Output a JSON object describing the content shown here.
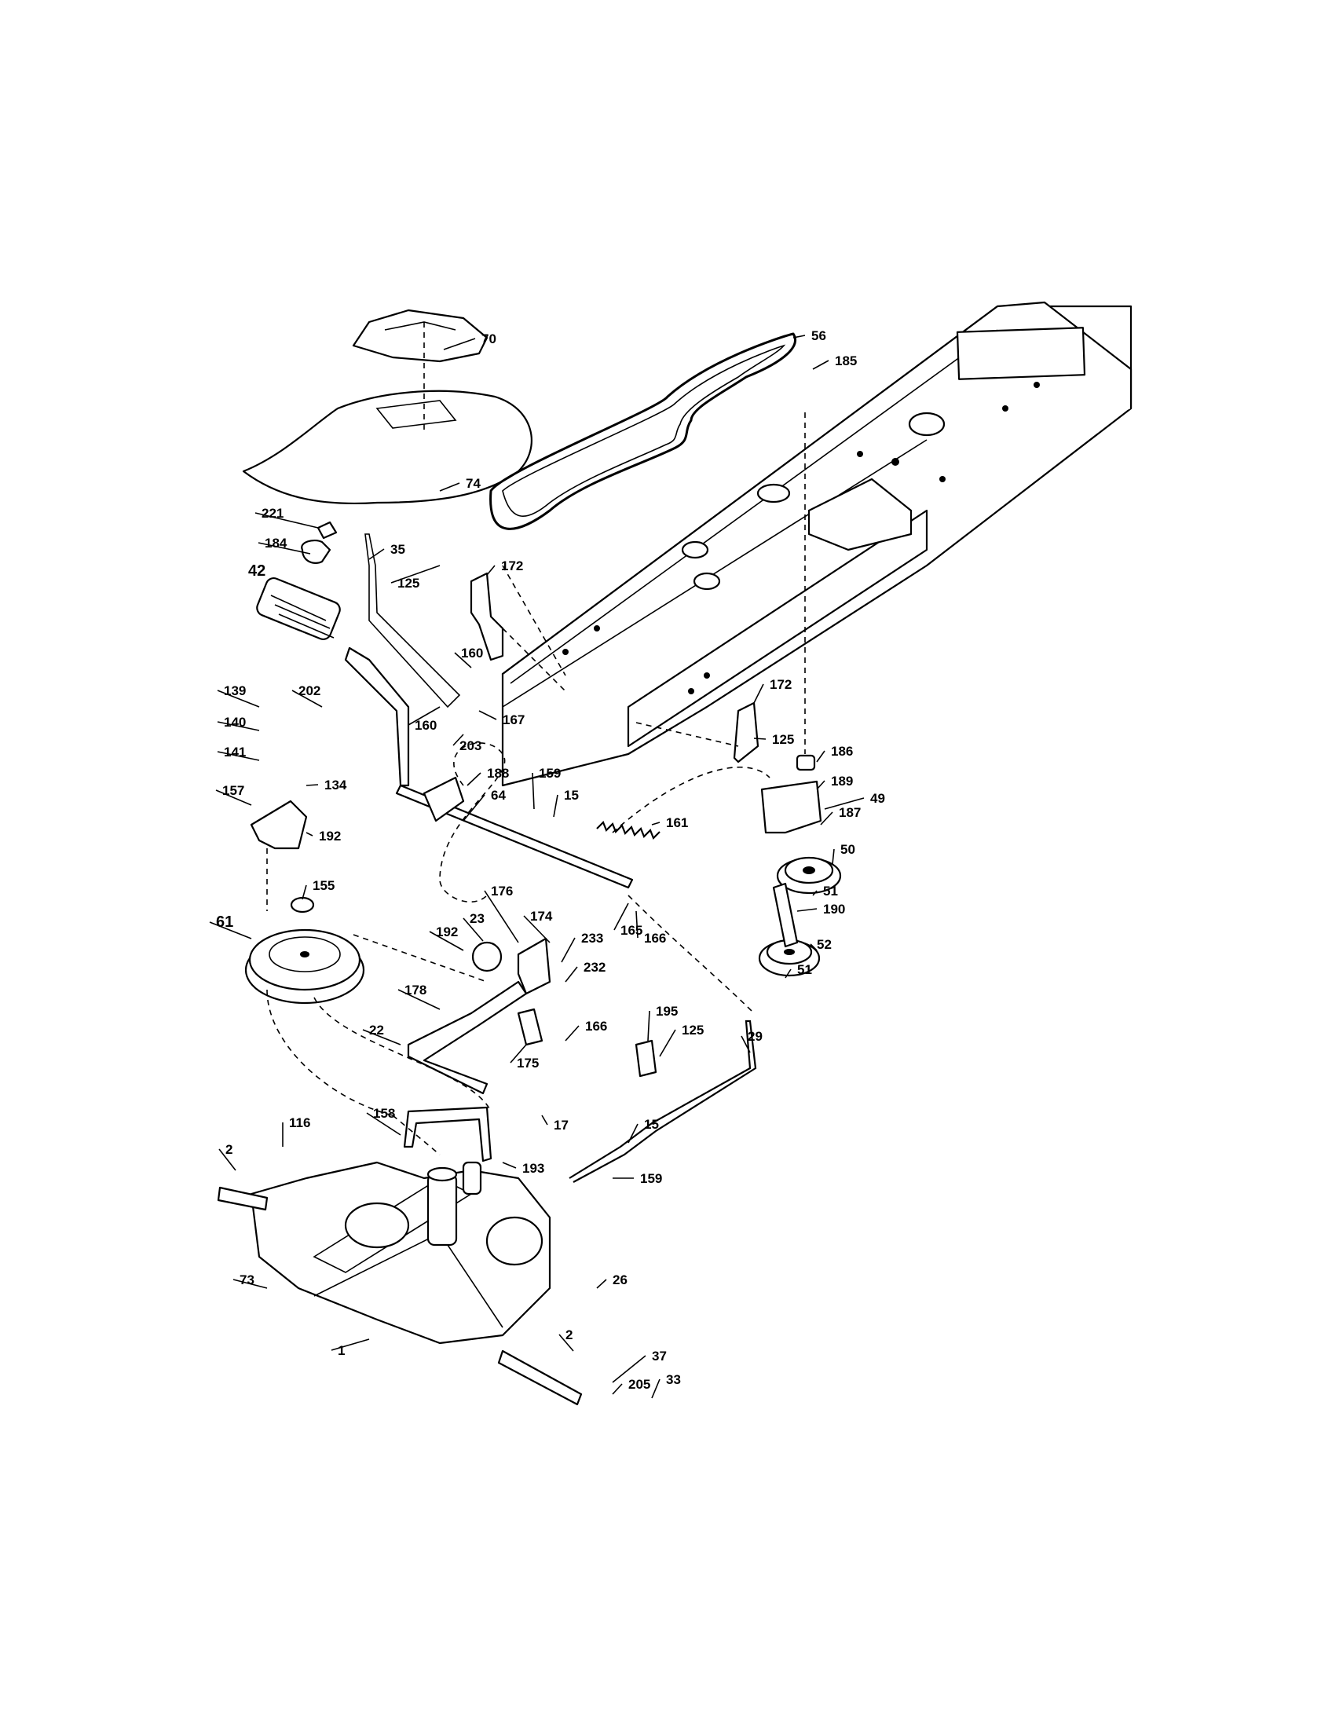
{
  "callouts": [
    {
      "id": "c70",
      "text": "70"
    },
    {
      "id": "c56",
      "text": "56"
    },
    {
      "id": "c185",
      "text": "185"
    },
    {
      "id": "c74",
      "text": "74"
    },
    {
      "id": "c221",
      "text": "221"
    },
    {
      "id": "c35",
      "text": "35"
    },
    {
      "id": "c184",
      "text": "184"
    },
    {
      "id": "c172a",
      "text": "172"
    },
    {
      "id": "c125a",
      "text": "125"
    },
    {
      "id": "c42",
      "text": "42"
    },
    {
      "id": "c160a",
      "text": "160"
    },
    {
      "id": "c139",
      "text": "139"
    },
    {
      "id": "c202",
      "text": "202"
    },
    {
      "id": "c172b",
      "text": "172"
    },
    {
      "id": "c140",
      "text": "140"
    },
    {
      "id": "c160b",
      "text": "160"
    },
    {
      "id": "c167",
      "text": "167"
    },
    {
      "id": "c203",
      "text": "203"
    },
    {
      "id": "c125b",
      "text": "125"
    },
    {
      "id": "c141",
      "text": "141"
    },
    {
      "id": "c186",
      "text": "186"
    },
    {
      "id": "c134",
      "text": "134"
    },
    {
      "id": "c188",
      "text": "188"
    },
    {
      "id": "c159a",
      "text": "159"
    },
    {
      "id": "c189",
      "text": "189"
    },
    {
      "id": "c64",
      "text": "64"
    },
    {
      "id": "c15a",
      "text": "15"
    },
    {
      "id": "c49",
      "text": "49"
    },
    {
      "id": "c157",
      "text": "157"
    },
    {
      "id": "c192a",
      "text": "192"
    },
    {
      "id": "c161",
      "text": "161"
    },
    {
      "id": "c187",
      "text": "187"
    },
    {
      "id": "c50",
      "text": "50"
    },
    {
      "id": "c155",
      "text": "155"
    },
    {
      "id": "c51a",
      "text": "51"
    },
    {
      "id": "c176",
      "text": "176"
    },
    {
      "id": "c174",
      "text": "174"
    },
    {
      "id": "c190",
      "text": "190"
    },
    {
      "id": "c165",
      "text": "165"
    },
    {
      "id": "c166a",
      "text": "166"
    },
    {
      "id": "c61",
      "text": "61"
    },
    {
      "id": "c192b",
      "text": "192"
    },
    {
      "id": "c23",
      "text": "23"
    },
    {
      "id": "c233",
      "text": "233"
    },
    {
      "id": "c52",
      "text": "52"
    },
    {
      "id": "c51b",
      "text": "51"
    },
    {
      "id": "c232",
      "text": "232"
    },
    {
      "id": "c178",
      "text": "178"
    },
    {
      "id": "c195",
      "text": "195"
    },
    {
      "id": "c22",
      "text": "22"
    },
    {
      "id": "c166b",
      "text": "166"
    },
    {
      "id": "c125c",
      "text": "125"
    },
    {
      "id": "c29",
      "text": "29"
    },
    {
      "id": "c175",
      "text": "175"
    },
    {
      "id": "c158",
      "text": "158"
    },
    {
      "id": "c116",
      "text": "116"
    },
    {
      "id": "c17",
      "text": "17"
    },
    {
      "id": "c15b",
      "text": "15"
    },
    {
      "id": "c2a",
      "text": "2"
    },
    {
      "id": "c193",
      "text": "193"
    },
    {
      "id": "c159b",
      "text": "159"
    },
    {
      "id": "c73",
      "text": "73"
    },
    {
      "id": "c26",
      "text": "26"
    },
    {
      "id": "c2b",
      "text": "2"
    },
    {
      "id": "c1",
      "text": "1"
    },
    {
      "id": "c37",
      "text": "37"
    },
    {
      "id": "c205",
      "text": "205"
    },
    {
      "id": "c33",
      "text": "33"
    }
  ]
}
